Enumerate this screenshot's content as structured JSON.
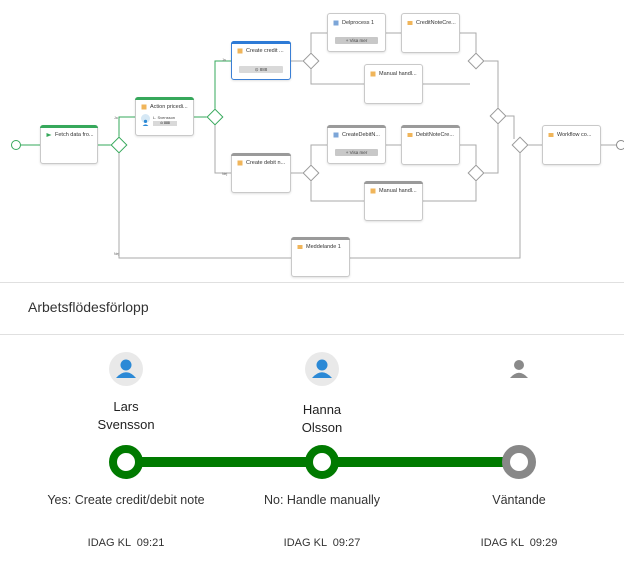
{
  "flow": {
    "nodes": {
      "fetch": "Fetch data fro...",
      "action": "Action pricedi...",
      "action_user": "L. Svensson",
      "action_chip": "⊙ 888",
      "credit": "Create credit ...",
      "credit_chip": "⊙ 888",
      "debit": "Create debit n...",
      "delprocess": "Delprocess 1",
      "delprocess_chip": "+ Visa mer",
      "creditnote": "CreditNoteCre...",
      "manual1": "Manual handl...",
      "createdebit": "CreateDebitN...",
      "createdebit_chip": "+ Visa mer",
      "debitnote": "DebitNoteCre...",
      "manual2": "Manual handl...",
      "workflow": "Workflow co...",
      "message": "Meddelande 1"
    },
    "edge_labels": {
      "yes1": "Ja",
      "yes2": "Ja",
      "no1": "Nej",
      "no2": "Nej"
    }
  },
  "progress": {
    "title": "Arbetsflödesförlopp",
    "steps": [
      {
        "name": "Lars\nSvensson",
        "outcome": "Yes: Create credit/debit note",
        "time": "IDAG KL  09:21",
        "state": "done"
      },
      {
        "name": "Hanna\nOlsson",
        "outcome": "No: Handle manually",
        "time": "IDAG KL  09:27",
        "state": "done"
      },
      {
        "name": "",
        "outcome": "Väntande",
        "time": "IDAG KL  09:29",
        "state": "pending"
      }
    ],
    "colors": {
      "done": "#007a00",
      "pending": "#888888",
      "avatar_blue": "#2b89d6",
      "avatar_gray": "#8a8a8a"
    }
  }
}
